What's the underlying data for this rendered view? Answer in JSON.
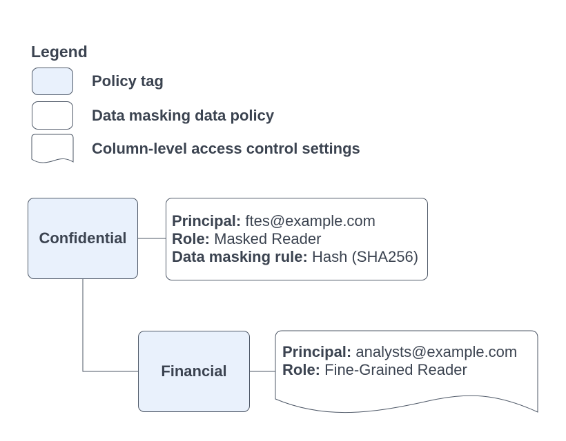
{
  "legend": {
    "title": "Legend",
    "items": [
      {
        "shape": "policy-tag",
        "label": "Policy tag"
      },
      {
        "shape": "data-masking-data-policy",
        "label": "Data masking data policy"
      },
      {
        "shape": "column-level-access-control-settings",
        "label": "Column-level access control settings"
      }
    ]
  },
  "diagram": {
    "tags": [
      {
        "label": "Confidential"
      },
      {
        "label": "Financial"
      }
    ],
    "masking_policy": {
      "fields": [
        {
          "name": "Principal:",
          "value": "ftes@example.com"
        },
        {
          "name": "Role:",
          "value": "Masked Reader"
        },
        {
          "name": "Data masking rule:",
          "value": "Hash (SHA256)"
        }
      ]
    },
    "access_settings": {
      "fields": [
        {
          "name": "Principal:",
          "value": "analysts@example.com"
        },
        {
          "name": "Role:",
          "value": "Fine-Grained Reader"
        }
      ]
    }
  },
  "colors": {
    "policy_tag_fill": "#e9f1fc",
    "shape_stroke": "#4d5766",
    "text": "#3b4350",
    "background": "#ffffff"
  }
}
